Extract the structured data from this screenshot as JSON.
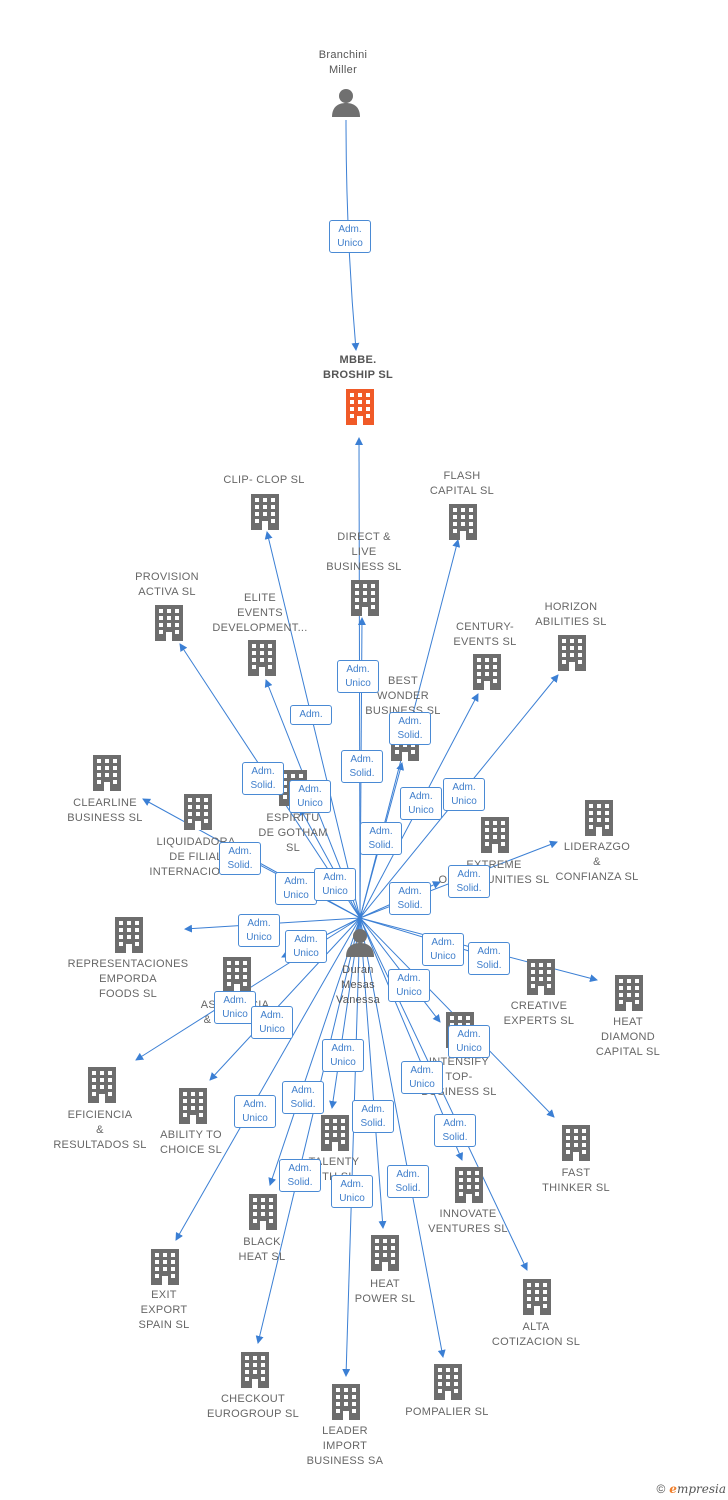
{
  "colors": {
    "edge": "#3b7fd4",
    "building": "#6d6d6d",
    "focus_building": "#f05a28",
    "person": "#707070"
  },
  "person_nodes": [
    {
      "id": "branchini",
      "lines": [
        "Branchini",
        "Miller"
      ]
    },
    {
      "id": "duran",
      "lines": [
        "Duran",
        "Mesas",
        "Vanessa"
      ]
    }
  ],
  "center_node": {
    "id": "mbbe",
    "lines": [
      "MBBE.",
      "BROSHIP  SL"
    ]
  },
  "company_nodes": [
    {
      "id": "clip",
      "lines": [
        "CLIP- CLOP SL"
      ]
    },
    {
      "id": "flash",
      "lines": [
        "FLASH",
        "CAPITAL SL"
      ]
    },
    {
      "id": "direct",
      "lines": [
        "DIRECT &",
        "LIVE",
        "BUSINESS SL"
      ]
    },
    {
      "id": "provision",
      "lines": [
        "PROVISION",
        "ACTIVA SL"
      ]
    },
    {
      "id": "elite",
      "lines": [
        "ELITE",
        "EVENTS",
        "DEVELOPMENT..."
      ]
    },
    {
      "id": "century",
      "lines": [
        "CENTURY-",
        "EVENTS  SL"
      ]
    },
    {
      "id": "horizon",
      "lines": [
        "HORIZON",
        "ABILITIES SL"
      ]
    },
    {
      "id": "bestwonder",
      "lines": [
        "BEST",
        "WONDER",
        "BUSINESS SL"
      ]
    },
    {
      "id": "clearline",
      "lines": [
        "CLEARLINE",
        "BUSINESS SL"
      ]
    },
    {
      "id": "espiritu",
      "lines": [
        "ESPIRITU",
        "DE GOTHAM",
        "SL"
      ]
    },
    {
      "id": "liquidadora",
      "lines": [
        "LIQUIDADORA",
        "DE FILIAL",
        "INTERNACIONAL"
      ]
    },
    {
      "id": "extreme",
      "lines": [
        "EXTREME",
        "OPPORTUNITIES SL"
      ]
    },
    {
      "id": "liderazgo",
      "lines": [
        "LIDERAZGO",
        "&",
        "CONFIANZA SL"
      ]
    },
    {
      "id": "representaciones",
      "lines": [
        "REPRESENTACIONES",
        "EMPORDA",
        "FOODS  SL"
      ]
    },
    {
      "id": "asistencia",
      "lines": [
        "ASISTENCIA",
        "& EXITO SL"
      ]
    },
    {
      "id": "creative",
      "lines": [
        "CREATIVE",
        "EXPERTS  SL"
      ]
    },
    {
      "id": "heatdiamond",
      "lines": [
        "HEAT",
        "DIAMOND",
        "CAPITAL SL"
      ]
    },
    {
      "id": "intensify",
      "lines": [
        "INTENSIFY",
        "TOP-",
        "BUSINESS SL"
      ]
    },
    {
      "id": "eficiencia",
      "lines": [
        "EFICIENCIA",
        "&",
        "RESULTADOS SL"
      ]
    },
    {
      "id": "ability",
      "lines": [
        "ABILITY TO",
        "CHOICE SL"
      ]
    },
    {
      "id": "talenty",
      "lines": [
        "TALENTY",
        "GTH SL"
      ]
    },
    {
      "id": "fast",
      "lines": [
        "FAST",
        "THINKER  SL"
      ]
    },
    {
      "id": "innovate",
      "lines": [
        "INNOVATE",
        "VENTURES SL"
      ]
    },
    {
      "id": "blackheat",
      "lines": [
        "BLACK",
        "HEAT  SL"
      ]
    },
    {
      "id": "exit",
      "lines": [
        "EXIT",
        "EXPORT",
        "SPAIN SL"
      ]
    },
    {
      "id": "heatpower",
      "lines": [
        "HEAT",
        "POWER SL"
      ]
    },
    {
      "id": "alta",
      "lines": [
        "ALTA",
        "COTIZACION SL"
      ]
    },
    {
      "id": "checkout",
      "lines": [
        "CHECKOUT",
        "EUROGROUP SL"
      ]
    },
    {
      "id": "pompalier",
      "lines": [
        "POMPALIER SL"
      ]
    },
    {
      "id": "leader",
      "lines": [
        "LEADER",
        "IMPORT",
        "BUSINESS SA"
      ]
    }
  ],
  "relation_labels": [
    {
      "target": "mbbe_top",
      "lines": [
        "Adm.",
        "Unico"
      ]
    },
    {
      "target": "mbbe",
      "lines": [
        "Adm.",
        "Unico"
      ]
    },
    {
      "target": "elite",
      "lines": [
        "Adm."
      ]
    },
    {
      "target": "direct",
      "lines": [
        "Adm.",
        "Solid."
      ]
    },
    {
      "target": "bestwonder",
      "lines": [
        "Adm.",
        "Solid."
      ]
    },
    {
      "target": "provision",
      "lines": [
        "Adm.",
        "Solid."
      ]
    },
    {
      "target": "espiritu",
      "lines": [
        "Adm.",
        "Unico"
      ]
    },
    {
      "target": "century",
      "lines": [
        "Adm.",
        "Unico"
      ]
    },
    {
      "target": "horizon",
      "lines": [
        "Adm.",
        "Unico"
      ]
    },
    {
      "target": "flash",
      "lines": [
        "Adm.",
        "Solid."
      ]
    },
    {
      "target": "clearline",
      "lines": [
        "Adm.",
        "Solid."
      ]
    },
    {
      "target": "liquidadora",
      "lines": [
        "Adm.",
        "Unico"
      ]
    },
    {
      "target": "clip",
      "lines": [
        "Adm.",
        "Unico"
      ]
    },
    {
      "target": "liderazgo",
      "lines": [
        "Adm.",
        "Solid."
      ]
    },
    {
      "target": "extreme",
      "lines": [
        "Adm.",
        "Solid."
      ]
    },
    {
      "target": "representaciones",
      "lines": [
        "Adm.",
        "Unico"
      ]
    },
    {
      "target": "asistencia",
      "lines": [
        "Adm.",
        "Unico"
      ]
    },
    {
      "target": "creative",
      "lines": [
        "Adm.",
        "Unico"
      ]
    },
    {
      "target": "heatdiamond",
      "lines": [
        "Adm.",
        "Solid."
      ]
    },
    {
      "target": "eficiencia",
      "lines": [
        "Adm.",
        "Unico"
      ]
    },
    {
      "target": "ability",
      "lines": [
        "Adm.",
        "Unico"
      ]
    },
    {
      "target": "intensify",
      "lines": [
        "Adm.",
        "Unico"
      ]
    },
    {
      "target": "fast",
      "lines": [
        "Adm.",
        "Unico"
      ]
    },
    {
      "target": "talenty",
      "lines": [
        "Adm.",
        "Unico"
      ]
    },
    {
      "target": "innovate",
      "lines": [
        "Adm.",
        "Unico"
      ]
    },
    {
      "target": "heatpower",
      "lines": [
        "Adm.",
        "Solid."
      ]
    },
    {
      "target": "blackheat",
      "lines": [
        "Adm.",
        "Solid."
      ]
    },
    {
      "target": "alta",
      "lines": [
        "Adm.",
        "Solid."
      ]
    },
    {
      "target": "exit",
      "lines": [
        "Adm.",
        "Unico"
      ]
    },
    {
      "target": "checkout",
      "lines": [
        "Adm.",
        "Solid."
      ]
    },
    {
      "target": "leader",
      "lines": [
        "Adm.",
        "Unico"
      ]
    },
    {
      "target": "pompalier",
      "lines": [
        "Adm.",
        "Solid."
      ]
    }
  ],
  "footer": {
    "copyright_symbol": "©",
    "brand_initial": "e",
    "brand_rest": "mpresia"
  }
}
